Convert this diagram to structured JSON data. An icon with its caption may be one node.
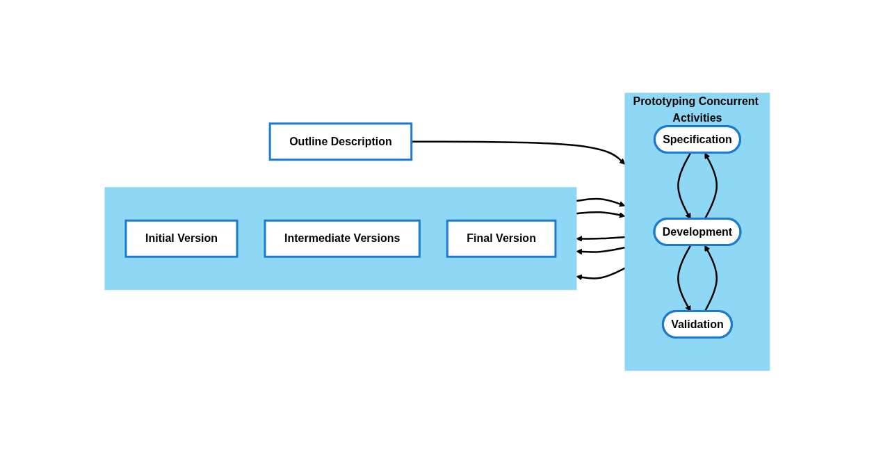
{
  "diagram": {
    "nodes": [
      {
        "text": [
          "Outline Description"
        ]
      },
      {
        "text": [
          "Prototyping Concurrent Activities"
        ]
      },
      {
        "text": [
          "Specification"
        ],
        "in": 1
      },
      {
        "text": [
          "Development"
        ],
        "in": 1
      },
      {
        "text": [
          "Validation"
        ],
        "in": 1
      },
      {
        "text": [],
        "shape": "box"
      },
      {
        "text": [
          "Initial Version"
        ],
        "in": 5
      },
      {
        "text": [
          "Intermediate Versions"
        ],
        "in": 5
      },
      {
        "text": [
          "Final Version"
        ],
        "in": 5
      }
    ],
    "edges": [
      {
        "from": 0,
        "to": 1,
        "arrow": "to"
      },
      {
        "from": 2,
        "to": 3,
        "arrow": "to"
      },
      {
        "from": 3,
        "to": 2,
        "arrow": "to"
      },
      {
        "from": 3,
        "to": 4,
        "arrow": "to"
      },
      {
        "from": 4,
        "to": 3,
        "arrow": "to"
      },
      {
        "from": 5,
        "to": 1,
        "arrow": "to"
      },
      {
        "from": 5,
        "to": 1,
        "arrow": "to"
      },
      {
        "from": 1,
        "to": 5,
        "arrow": "to"
      },
      {
        "from": 1,
        "to": 5,
        "arrow": "to"
      },
      {
        "from": 1,
        "to": 5,
        "arrow": "to"
      }
    ]
  }
}
